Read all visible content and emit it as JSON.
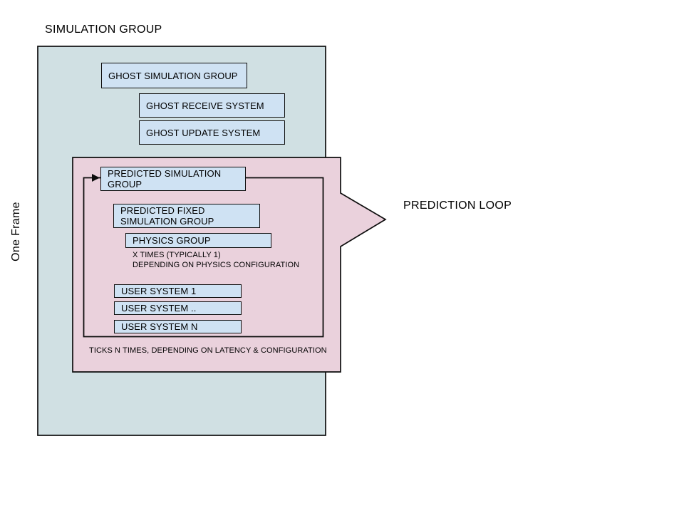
{
  "diagram": {
    "title": "SIMULATION GROUP",
    "frame_label": "One Frame",
    "prediction_loop_label": "PREDICTION LOOP"
  },
  "boxes": {
    "ghost_simulation_group": "GHOST SIMULATION GROUP",
    "ghost_receive_system": "GHOST RECEIVE SYSTEM",
    "ghost_update_system": "GHOST UPDATE SYSTEM",
    "predicted_simulation_group": "PREDICTED SIMULATION\nGROUP",
    "predicted_fixed_simulation_group": "PREDICTED FIXED\nSIMULATION GROUP",
    "physics_group": "PHYSICS GROUP",
    "user_system_1": "USER SYSTEM 1",
    "user_system_dots": "USER SYSTEM ..",
    "user_system_n": "USER SYSTEM N"
  },
  "notes": {
    "physics_times": "X TIMES (TYPICALLY 1)\nDEPENDING ON PHYSICS CONFIGURATION",
    "ticks": "TICKS N TIMES, DEPENDING ON LATENCY & CONFIGURATION"
  },
  "colors": {
    "frame_fill": "#d0e0e3",
    "loop_fill": "#ead1dc",
    "box_fill": "#cfe2f3",
    "outline": "#0d0d0d"
  }
}
